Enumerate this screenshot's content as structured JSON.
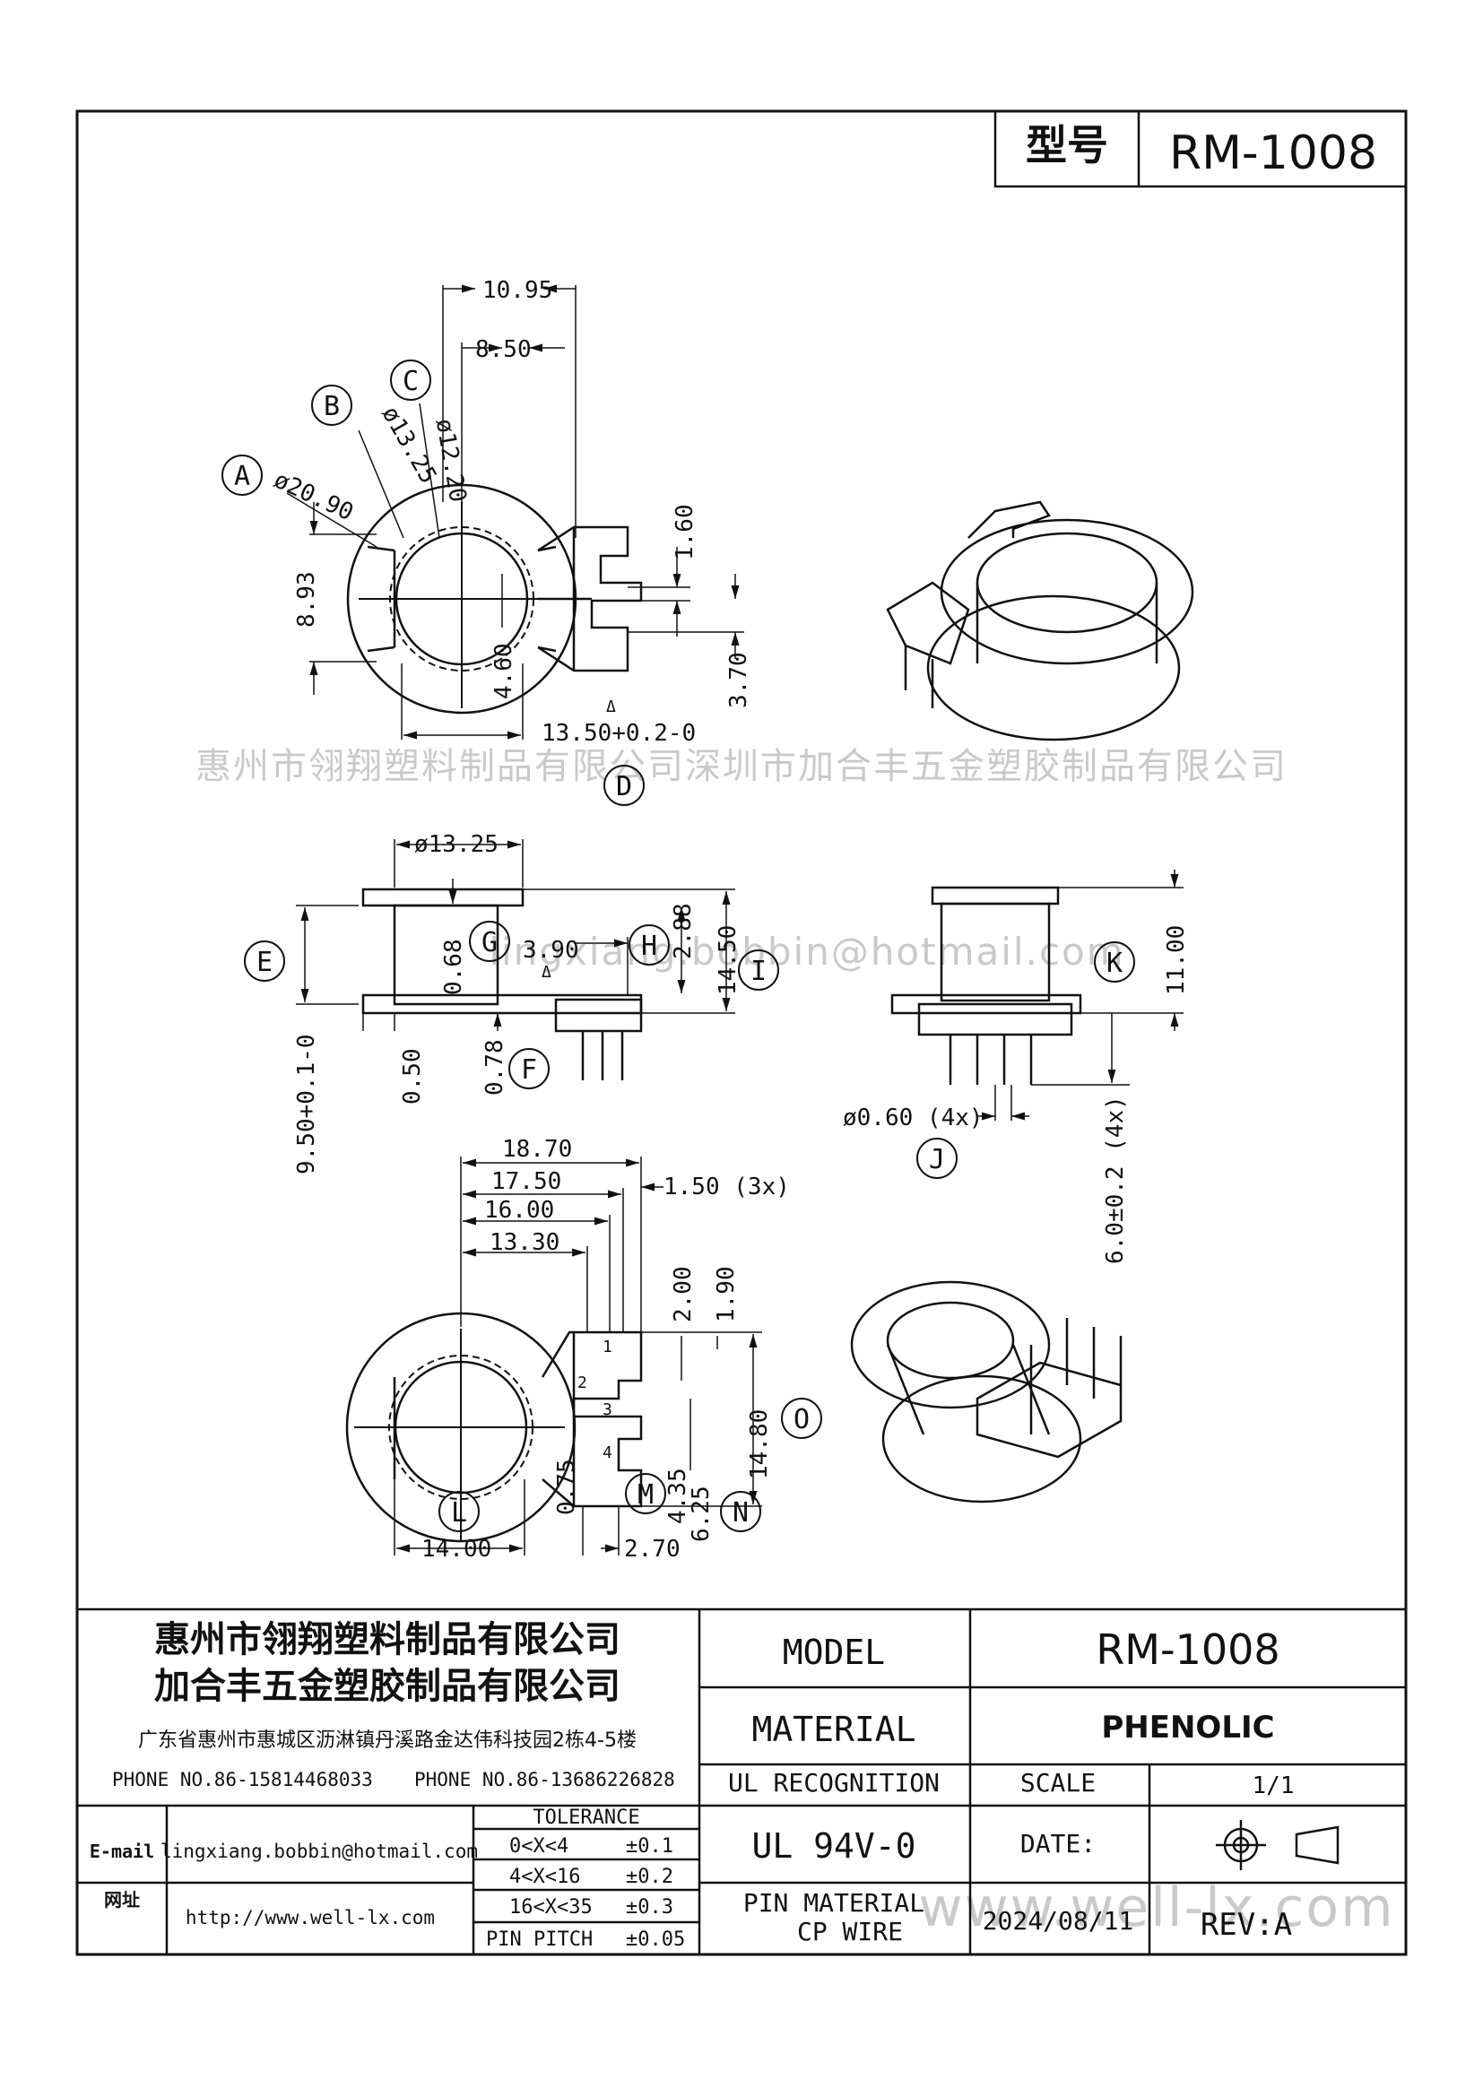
{
  "header": {
    "model_label_cn": "型号",
    "model_value": "RM-1008"
  },
  "watermarks": {
    "companies": "惠州市翎翔塑料制品有限公司深圳市加合丰五金塑胶制品有限公司",
    "email": "lingxiang.bobbin@hotmail.com",
    "website": "www.well-lx.com"
  },
  "views": {
    "top_view": {
      "dims": [
        "10.95",
        "8.50",
        "ø13.25",
        "ø12.20",
        "ø20.90",
        "8.93",
        "4.60",
        "1.60",
        "3.70",
        "13.50+0.2-0"
      ],
      "callouts": [
        "A",
        "B",
        "C",
        "D"
      ]
    },
    "front_view": {
      "dims": [
        "ø13.25",
        "0.68",
        "3.90",
        "2.88",
        "14.50",
        "0.50",
        "0.78",
        "9.50+0.1-0"
      ],
      "callouts": [
        "E",
        "G",
        "H",
        "I",
        "F"
      ]
    },
    "side_view": {
      "dims": [
        "11.00",
        "ø0.60 (4x)",
        "6.0±0.2 (4x)"
      ],
      "callouts": [
        "K",
        "J"
      ]
    },
    "bottom_view": {
      "dims": [
        "18.70",
        "17.50",
        "16.00",
        "13.30",
        "1.50 (3x)",
        "2.00",
        "1.90",
        "14.80",
        "0.75",
        "4.35",
        "6.25",
        "14.00",
        "2.70"
      ],
      "pins": [
        "1",
        "2",
        "3",
        "4"
      ],
      "callouts": [
        "L",
        "M",
        "N",
        "O"
      ]
    }
  },
  "title_block": {
    "company_1": "惠州市翎翔塑料制品有限公司",
    "company_2": "加合丰五金塑胶制品有限公司",
    "address": "广东省惠州市惠城区沥淋镇丹溪路金达伟科技园2栋4-5楼",
    "phone_1": "PHONE NO.86-15814468033",
    "phone_2": "PHONE NO.86-13686226828",
    "email_label": "E-mail",
    "email_value": "lingxiang.bobbin@hotmail.com",
    "web_label": "网址",
    "web_value": "http://www.well-lx.com",
    "tolerance_title": "TOLERANCE",
    "tolerances": [
      {
        "range": "0<X<4",
        "value": "±0.1"
      },
      {
        "range": "4<X<16",
        "value": "±0.2"
      },
      {
        "range": "16<X<35",
        "value": "±0.3"
      },
      {
        "range": "PIN PITCH",
        "value": "±0.05"
      }
    ],
    "model_label": "MODEL",
    "model_value": "RM-1008",
    "material_label": "MATERIAL",
    "material_value": "PHENOLIC",
    "ul_label": "UL RECOGNITION",
    "ul_value": "UL 94V-0",
    "scale_label": "SCALE",
    "scale_value": "1/1",
    "date_label": "DATE:",
    "date_value": "2024/08/11",
    "pin_material_label_1": "PIN  MATERIAL",
    "pin_material_label_2": "CP WIRE",
    "rev": "REV:A"
  }
}
